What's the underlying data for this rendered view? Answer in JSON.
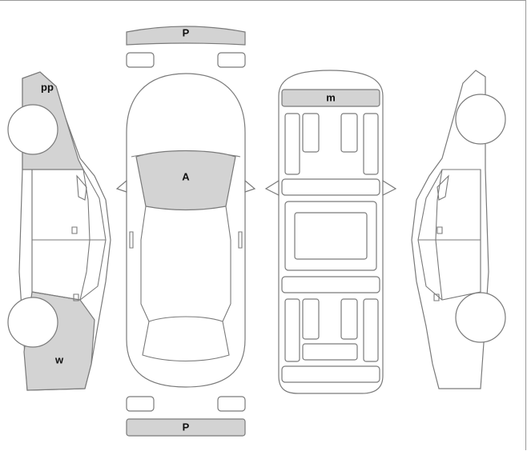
{
  "diagram": {
    "colors": {
      "outline": "#7a7a7a",
      "damage_fill": "#d3d3d3",
      "background": "#ffffff",
      "frame": "#9a9a9a"
    },
    "labels": {
      "front_bumper": "P",
      "rear_bumper": "P",
      "windshield": "A",
      "roof": "m",
      "left_front_fender": "pp",
      "left_rear_quarter": "w"
    }
  }
}
